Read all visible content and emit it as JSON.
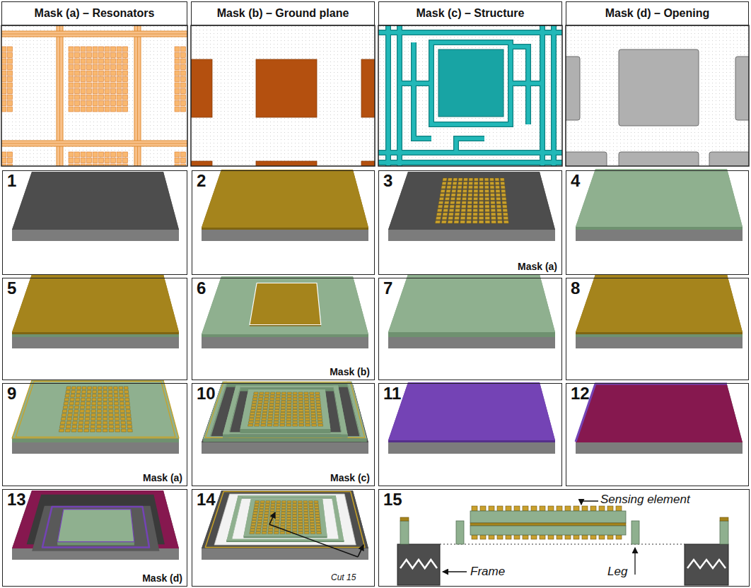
{
  "diagram": {
    "nodes": [
      {
        "text": [
          "Mask (a) – Resonators"
        ]
      },
      {
        "text": [
          "Mask (b) – Ground plane"
        ]
      },
      {
        "text": [
          "Mask (c) – Structure"
        ]
      },
      {
        "text": [
          "Mask (d) – Opening"
        ]
      },
      {
        "text": [
          "1"
        ]
      },
      {
        "text": [
          "2"
        ]
      },
      {
        "text": [
          "3",
          "Mask (a)"
        ]
      },
      {
        "text": [
          "4"
        ]
      },
      {
        "text": [
          "5"
        ]
      },
      {
        "text": [
          "6",
          "Mask (b)"
        ]
      },
      {
        "text": [
          "7"
        ]
      },
      {
        "text": [
          "8"
        ]
      },
      {
        "text": [
          "9",
          "Mask (a)"
        ]
      },
      {
        "text": [
          "10",
          "Mask (c)"
        ]
      },
      {
        "text": [
          "11"
        ]
      },
      {
        "text": [
          "12"
        ]
      },
      {
        "text": [
          "13",
          "Mask (d)"
        ]
      },
      {
        "text": [
          "14",
          "Cut 15"
        ]
      },
      {
        "text": [
          "15",
          "Sensing element",
          "Frame",
          "Leg"
        ]
      }
    ]
  }
}
